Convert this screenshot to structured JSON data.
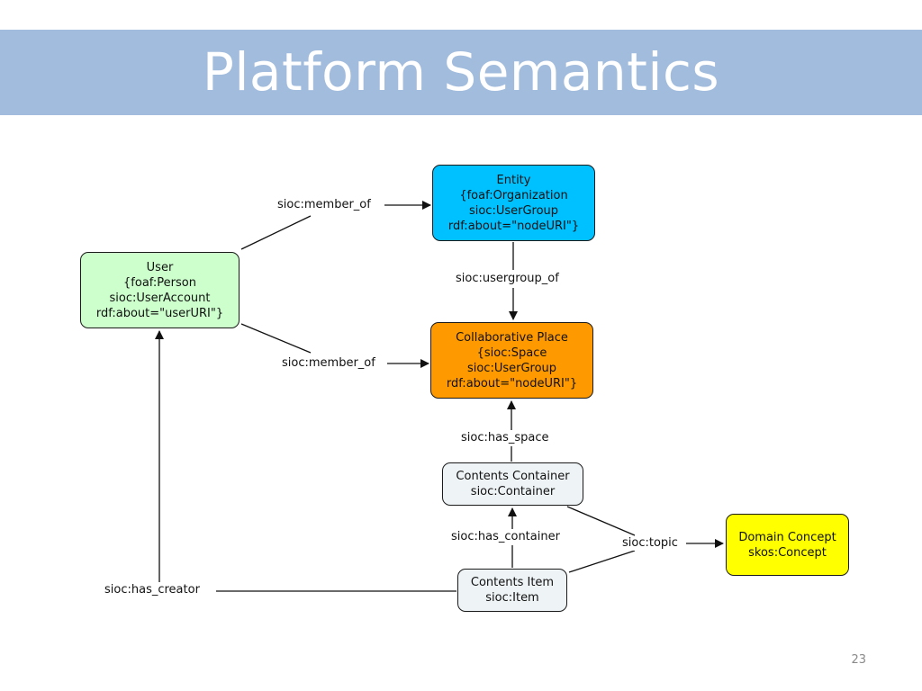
{
  "slide": {
    "title": "Platform Semantics",
    "page_number": "23"
  },
  "nodes": {
    "entity": {
      "lines": [
        "Entity",
        "{foaf:Organization",
        "sioc:UserGroup",
        "rdf:about=\"nodeURI\"}"
      ],
      "color": "#00c1ff"
    },
    "user": {
      "lines": [
        "User",
        "{foaf:Person",
        "sioc:UserAccount",
        "rdf:about=\"userURI\"}"
      ],
      "color": "#ccffcc"
    },
    "collab": {
      "lines": [
        "Collaborative Place",
        "{sioc:Space",
        "sioc:UserGroup",
        "rdf:about=\"nodeURI\"}"
      ],
      "color": "#ff9900"
    },
    "container": {
      "lines": [
        "Contents Container",
        "sioc:Container"
      ],
      "color": "#eef3f5"
    },
    "item": {
      "lines": [
        "Contents Item",
        "sioc:Item"
      ],
      "color": "#eef3f5"
    },
    "domain": {
      "lines": [
        "Domain Concept",
        "skos:Concept"
      ],
      "color": "#ffff00"
    }
  },
  "edges": {
    "user_member_entity": "sioc:member_of",
    "user_member_collab": "sioc:member_of",
    "entity_usergroup_collab": "sioc:usergroup_of",
    "container_has_space": "sioc:has_space",
    "item_has_container": "sioc:has_container",
    "topic": "sioc:topic",
    "item_has_creator": "sioc:has_creator"
  }
}
